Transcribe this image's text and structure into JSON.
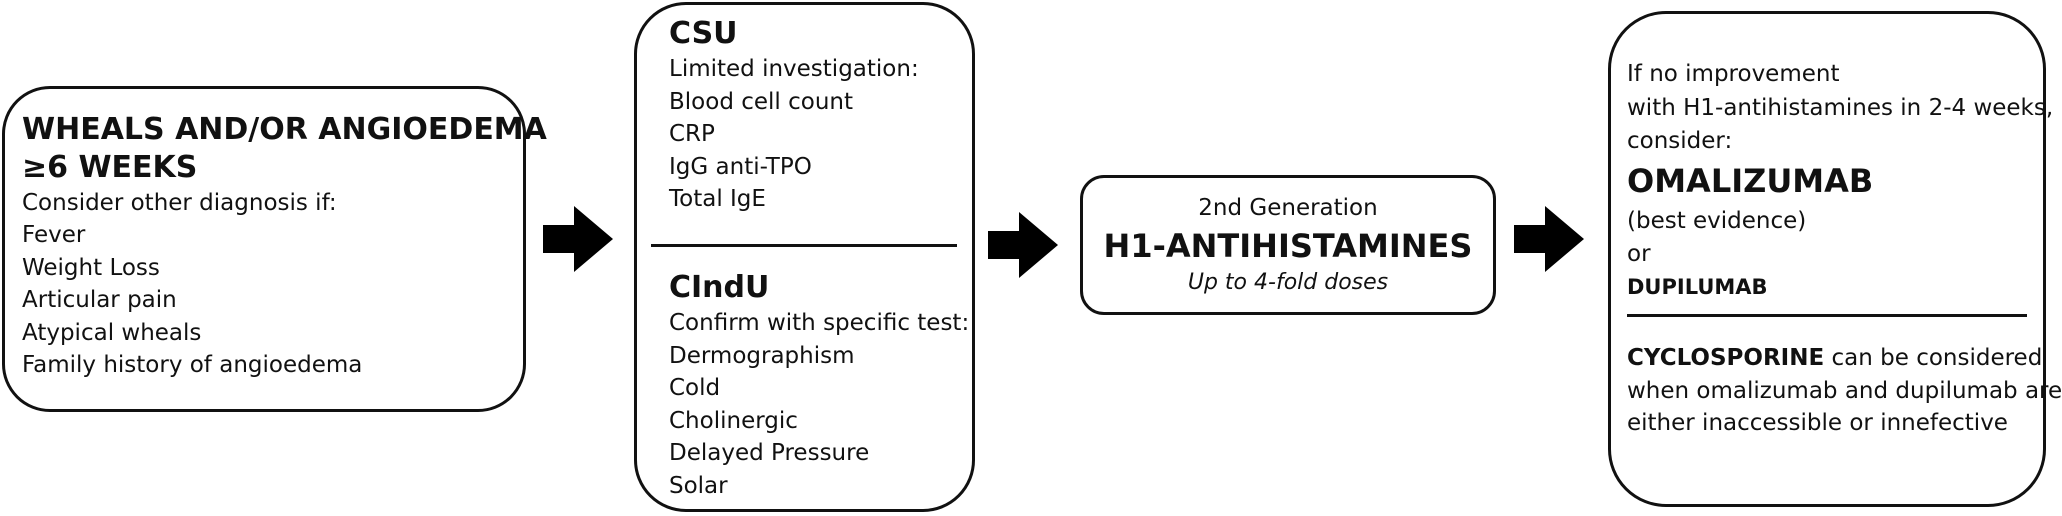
{
  "box1": {
    "heading_line1": "WHEALS AND/OR ANGIOEDEMA",
    "heading_line2": "≥6 WEEKS",
    "intro": "Consider other diagnosis if:",
    "items": [
      "Fever",
      "Weight Loss",
      "Articular pain",
      "Atypical wheals",
      "Family history of angioedema"
    ]
  },
  "box2": {
    "csu": {
      "title": "CSU",
      "intro": "Limited investigation:",
      "items": [
        "Blood cell count",
        "CRP",
        "IgG anti-TPO",
        "Total IgE"
      ]
    },
    "cindu": {
      "title": "CIndU",
      "intro": "Confirm with specific test:",
      "items": [
        "Dermographism",
        "Cold",
        "Cholinergic",
        "Delayed Pressure",
        "Solar"
      ]
    }
  },
  "box3": {
    "line1": "2nd Generation",
    "line2": "H1-ANTIHISTAMINES",
    "line3": "Up to 4-fold doses"
  },
  "box4": {
    "intro_line1": "If no improvement",
    "intro_line2": "with H1-antihistamines in 2-4 weeks,",
    "intro_line3": "consider:",
    "drug1": "OMALIZUMAB",
    "drug1_note": "(best evidence)",
    "connector": "or",
    "drug2": "DUPILUMAB",
    "cyclosporine": "CYCLOSPORINE",
    "cyclo_line1_rest": " can be considered",
    "cyclo_line2": "when omalizumab and dupilumab are",
    "cyclo_line3": "either inaccessible or innefective"
  }
}
